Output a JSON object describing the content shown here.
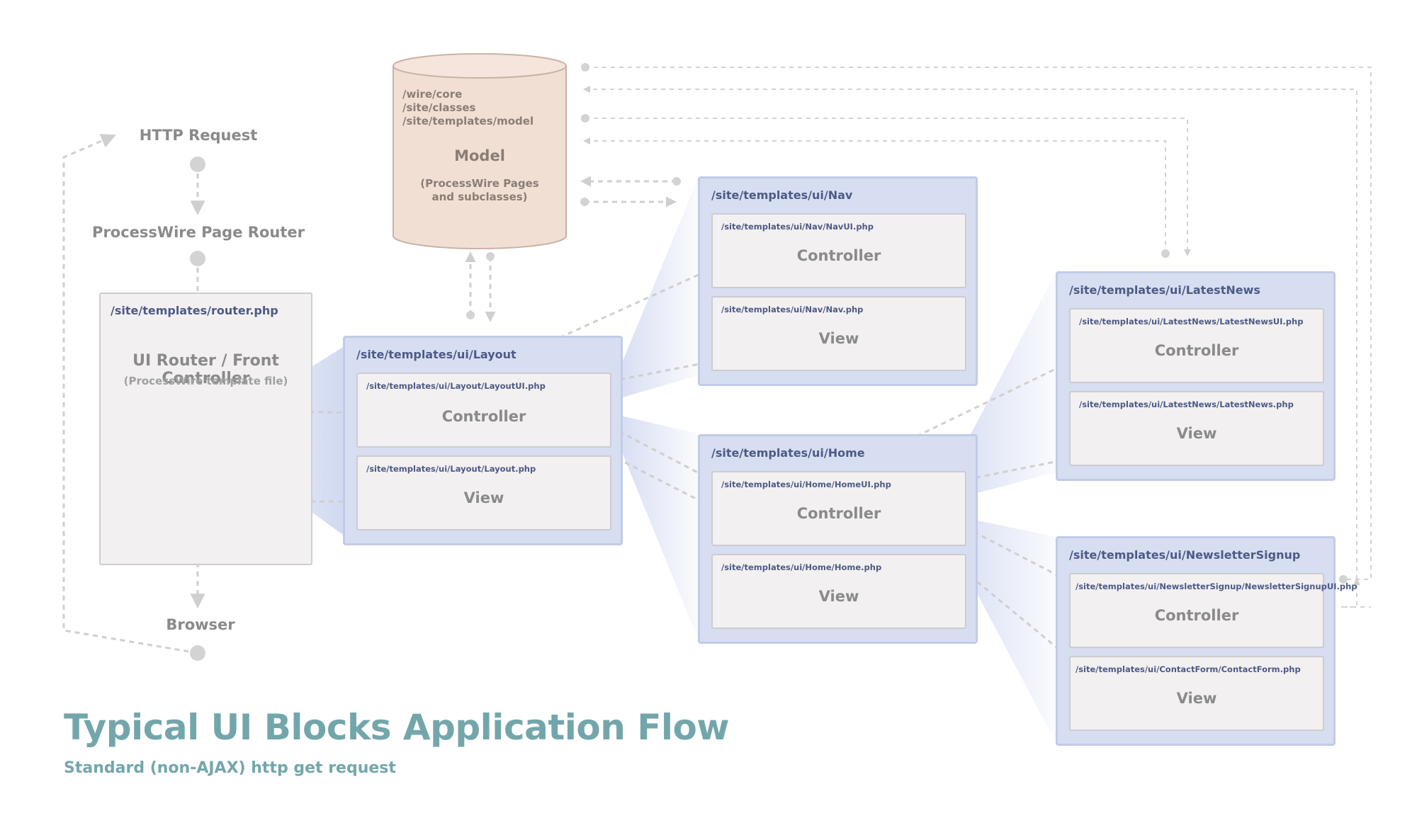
{
  "flow": {
    "http_request": "HTTP Request",
    "page_router": "ProcessWire Page Router",
    "browser": "Browser"
  },
  "router": {
    "path": "/site/templates/router.php",
    "title": "UI Router / Front Controller",
    "subtitle": "(ProcessWire template file)"
  },
  "model": {
    "paths": [
      "/wire/core",
      "/site/classes",
      "/site/templates/model"
    ],
    "title": "Model",
    "subtitle_line1": "(ProcessWire Pages",
    "subtitle_line2": "and subclasses)"
  },
  "blocks": {
    "layout": {
      "path": "/site/templates/ui/Layout",
      "controller_path": "/site/templates/ui/Layout/LayoutUI.php",
      "controller_label": "Controller",
      "view_path": "/site/templates/ui/Layout/Layout.php",
      "view_label": "View"
    },
    "nav": {
      "path": "/site/templates/ui/Nav",
      "controller_path": "/site/templates/ui/Nav/NavUI.php",
      "controller_label": "Controller",
      "view_path": "/site/templates/ui/Nav/Nav.php",
      "view_label": "View"
    },
    "home": {
      "path": "/site/templates/ui/Home",
      "controller_path": "/site/templates/ui/Home/HomeUI.php",
      "controller_label": "Controller",
      "view_path": "/site/templates/ui/Home/Home.php",
      "view_label": "View"
    },
    "latestnews": {
      "path": "/site/templates/ui/LatestNews",
      "controller_path": "/site/templates/ui/LatestNews/LatestNewsUI.php",
      "controller_label": "Controller",
      "view_path": "/site/templates/ui/LatestNews/LatestNews.php",
      "view_label": "View"
    },
    "newsletter": {
      "path": "/site/templates/ui/NewsletterSignup",
      "controller_path": "/site/templates/ui/NewsletterSignup/NewsletterSignupUI.php",
      "controller_label": "Controller",
      "view_path": "/site/templates/ui/ContactForm/ContactForm.php",
      "view_label": "View"
    }
  },
  "title": "Typical UI Blocks Application Flow",
  "subtitle": "Standard (non-AJAX) http get request"
}
